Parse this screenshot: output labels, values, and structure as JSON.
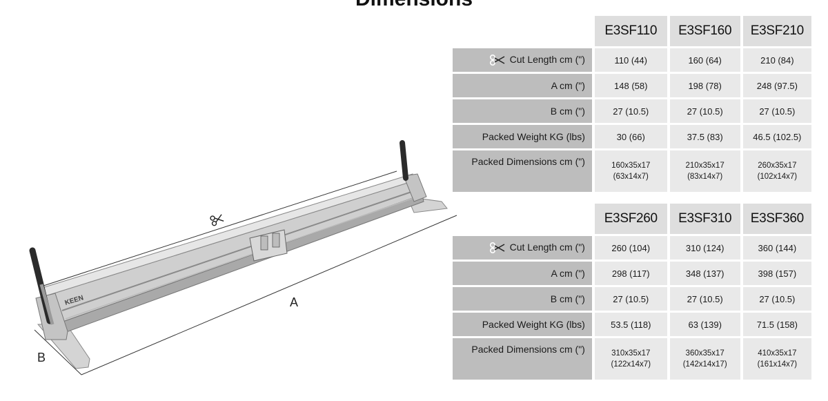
{
  "title": "Dimensions",
  "illustration": {
    "label_a": "A",
    "label_b": "B",
    "brand_text": "KEEN",
    "cut_icon": "scissors-icon"
  },
  "table1": {
    "models": [
      "E3SF110",
      "E3SF160",
      "E3SF210"
    ],
    "labels": {
      "cut_length": "Cut Length cm (\")",
      "a": "A  cm (\")",
      "b": "B  cm (\")",
      "weight": "Packed Weight KG (lbs)",
      "dimensions": "Packed Dimensions cm (\")"
    },
    "rows": {
      "cut_length": [
        "110 (44)",
        "160 (64)",
        "210 (84)"
      ],
      "a": [
        "148 (58)",
        "198 (78)",
        "248 (97.5)"
      ],
      "b": [
        "27 (10.5)",
        "27 (10.5)",
        "27 (10.5)"
      ],
      "weight": [
        "30 (66)",
        "37.5 (83)",
        "46.5 (102.5)"
      ],
      "dimensions_cm": [
        "160x35x17",
        "210x35x17",
        "260x35x17"
      ],
      "dimensions_in": [
        "(63x14x7)",
        "(83x14x7)",
        "(102x14x7)"
      ]
    }
  },
  "table2": {
    "models": [
      "E3SF260",
      "E3SF310",
      "E3SF360"
    ],
    "labels": {
      "cut_length": "Cut Length cm (\")",
      "a": "A  cm (\")",
      "b": "B  cm (\")",
      "weight": "Packed Weight KG (lbs)",
      "dimensions": "Packed Dimensions cm (\")"
    },
    "rows": {
      "cut_length": [
        "260 (104)",
        "310 (124)",
        "360 (144)"
      ],
      "a": [
        "298 (117)",
        "348 (137)",
        "398 (157)"
      ],
      "b": [
        "27 (10.5)",
        "27 (10.5)",
        "27 (10.5)"
      ],
      "weight": [
        "53.5 (118)",
        "63 (139)",
        "71.5 (158)"
      ],
      "dimensions_cm": [
        "310x35x17",
        "360x35x17",
        "410x35x17"
      ],
      "dimensions_in": [
        "(122x14x7)",
        "(142x14x17)",
        "(161x14x7)"
      ]
    }
  },
  "colors": {
    "label_bg": "#bdbdbd",
    "value_bg": "#e9e9e9",
    "header_bg": "#dedede"
  }
}
